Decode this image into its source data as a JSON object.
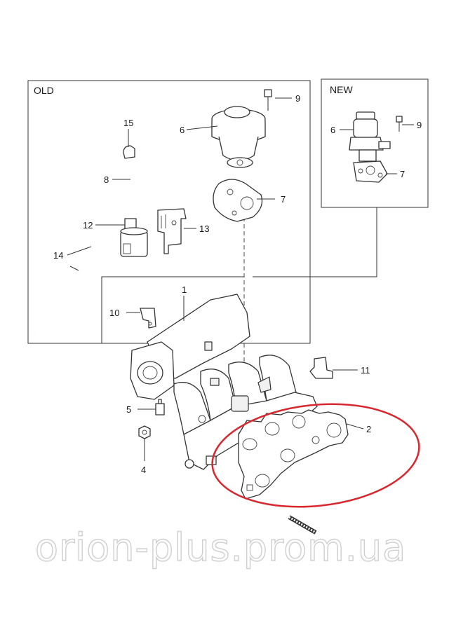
{
  "boxes": {
    "old_label": "OLD",
    "new_label": "NEW"
  },
  "callouts": {
    "c1": "1",
    "c2": "2",
    "c4": "4",
    "c5": "5",
    "c6_old": "6",
    "c6_new": "6",
    "c7_old": "7",
    "c7_new": "7",
    "c8": "8",
    "c9_old": "9",
    "c9_new": "9",
    "c10": "10",
    "c11": "11",
    "c12": "12",
    "c13": "13",
    "c14": "14",
    "c15": "15"
  },
  "watermark": "orion-plus.prom.ua",
  "colors": {
    "highlight_ellipse": "#d9272e",
    "line": "#333333",
    "watermark": "#cfcfcf"
  }
}
